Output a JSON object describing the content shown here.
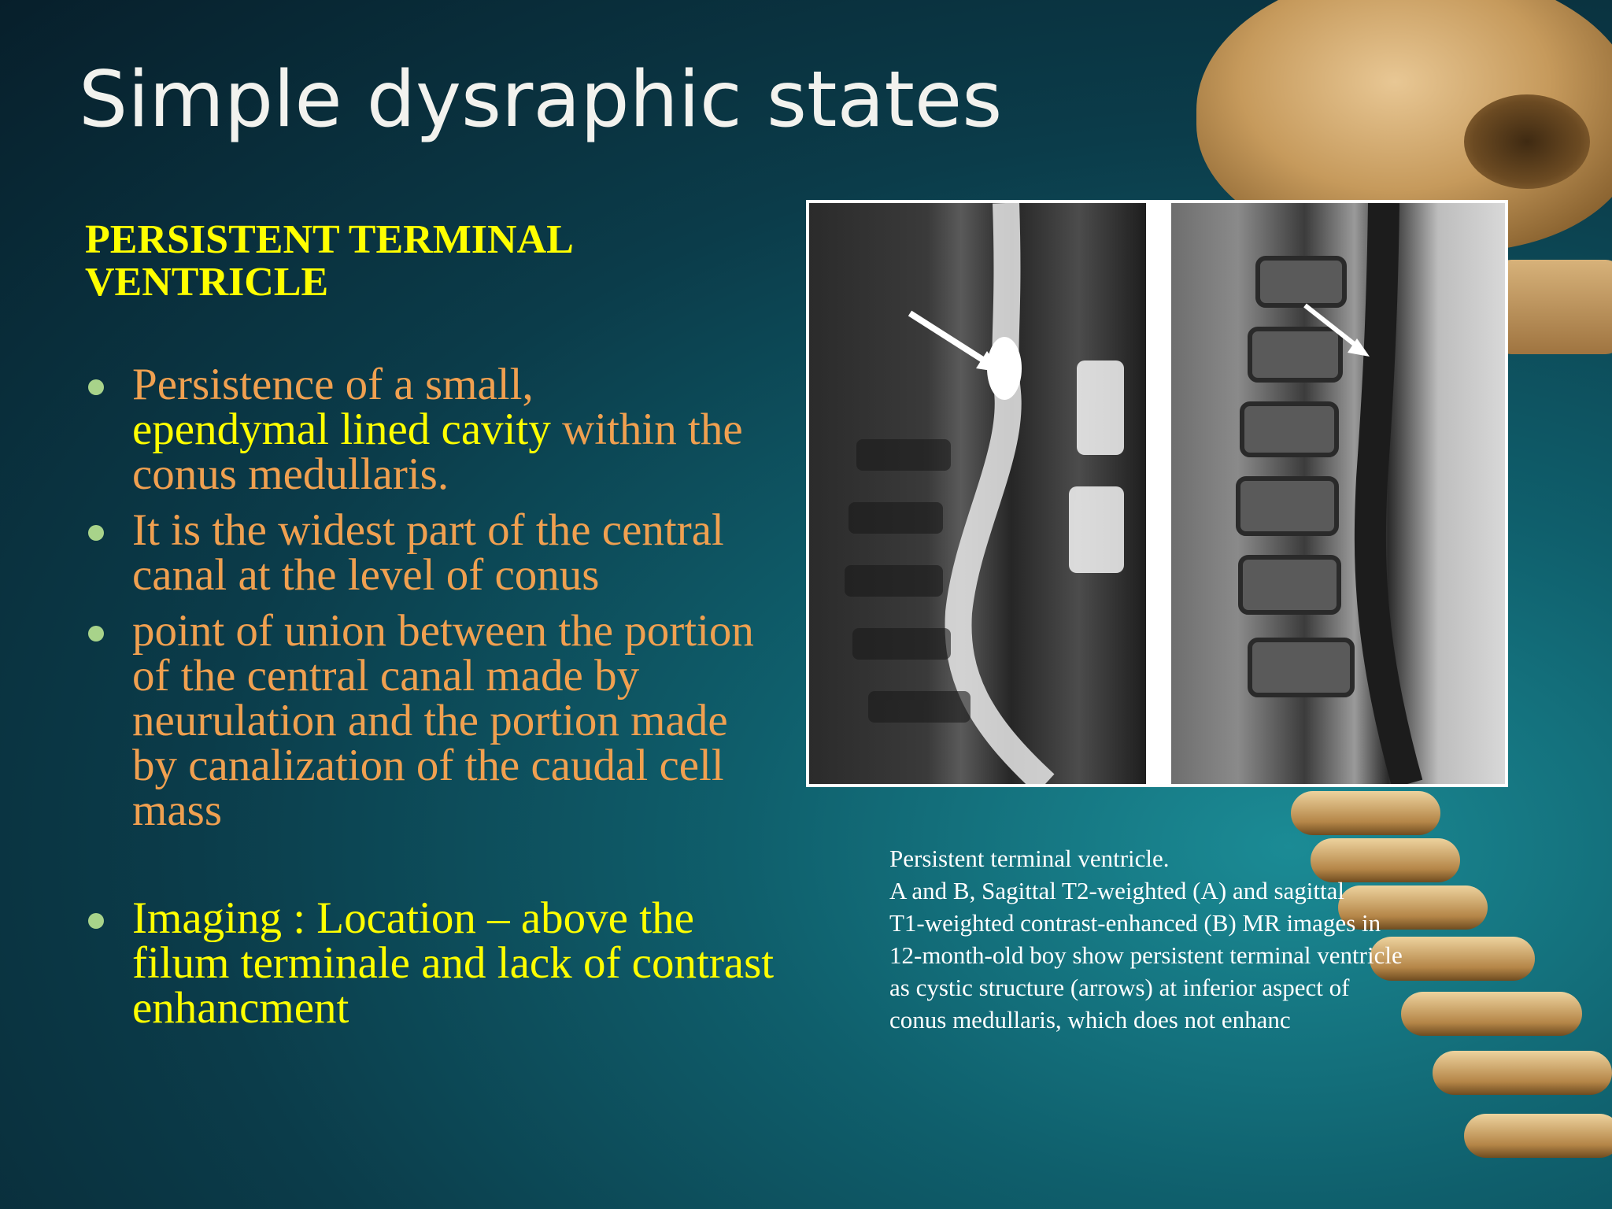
{
  "slide": {
    "title": "Simple dysraphic states",
    "subheading_line1": "PERSISTENT TERMINAL",
    "subheading_line2": "VENTRICLE",
    "bullet1": {
      "part1": "Persistence of a small,",
      "part2": "ependymal lined cavity",
      "part3": " within the conus medullaris."
    },
    "bullet2": "It is the widest part of the central canal at the level of conus",
    "bullet3": "point of union between the portion of the central canal made by neurulation and the portion made by canalization of the caudal cell mass",
    "bullet4": "Imaging : Location – above the filum terminale and lack of contrast enhancment",
    "caption": [
      "Persistent terminal ventricle.",
      "A and B, Sagittal T2-weighted (A) and sagittal",
      "T1-weighted contrast-enhanced (B) MR images in",
      "12-month-old boy show persistent terminal ventricle",
      "as cystic structure (arrows) at inferior aspect of",
      "conus medullaris, which does not enhanc"
    ]
  },
  "colors": {
    "title": "#f2f2ee",
    "subheading": "#ffff00",
    "bullet_text_orange": "#f0a050",
    "bullet_text_yellow": "#ffff00",
    "bullet_dot": "#a8d38a",
    "caption": "#ffffff"
  },
  "icons": {
    "bullet": "bullet-dot-icon",
    "arrow": "arrow-icon"
  }
}
